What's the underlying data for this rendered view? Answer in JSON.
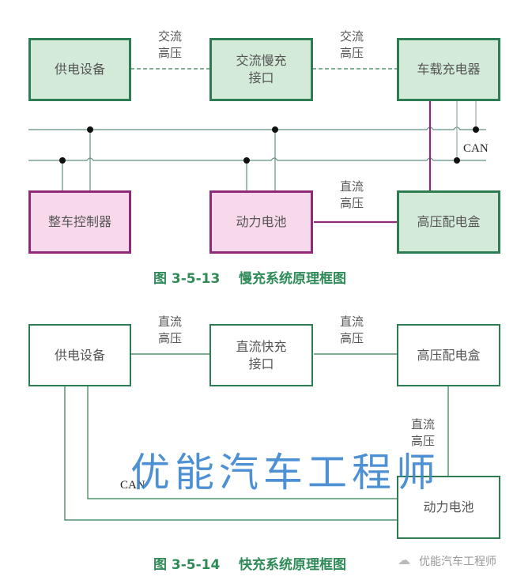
{
  "fig1": {
    "caption": "图 3-5-13    慢充系统原理框图",
    "boxes": {
      "power_supply": "供电设备",
      "ac_slow_port": "交流慢充\n接口",
      "onboard_charger": "车载充电器",
      "vehicle_controller": "整车控制器",
      "battery": "动力电池",
      "hv_distribution": "高压配电盒"
    },
    "labels": {
      "ac_hv_1": "交流\n高压",
      "ac_hv_2": "交流\n高压",
      "dc_hv": "直流\n高压",
      "can": "CAN"
    }
  },
  "fig2": {
    "caption": "图 3-5-14    快充系统原理框图",
    "boxes": {
      "power_supply": "供电设备",
      "dc_fast_port": "直流快充\n接口",
      "hv_distribution": "高压配电盒",
      "battery": "动力电池"
    },
    "labels": {
      "dc_hv_1": "直流\n高压",
      "dc_hv_2": "直流\n高压",
      "dc_hv_3": "直流\n高压",
      "can": "CAN"
    }
  },
  "watermark": {
    "main": "优能汽车工程师",
    "corner": "优能汽车工程师"
  },
  "colors": {
    "green_box": "#d4ead9",
    "pink_box": "#f8d9ec",
    "green_border": "#2e7d52",
    "pink_line": "#8e2a78",
    "caption": "#2e8b57",
    "watermark": "#3a86d0"
  }
}
